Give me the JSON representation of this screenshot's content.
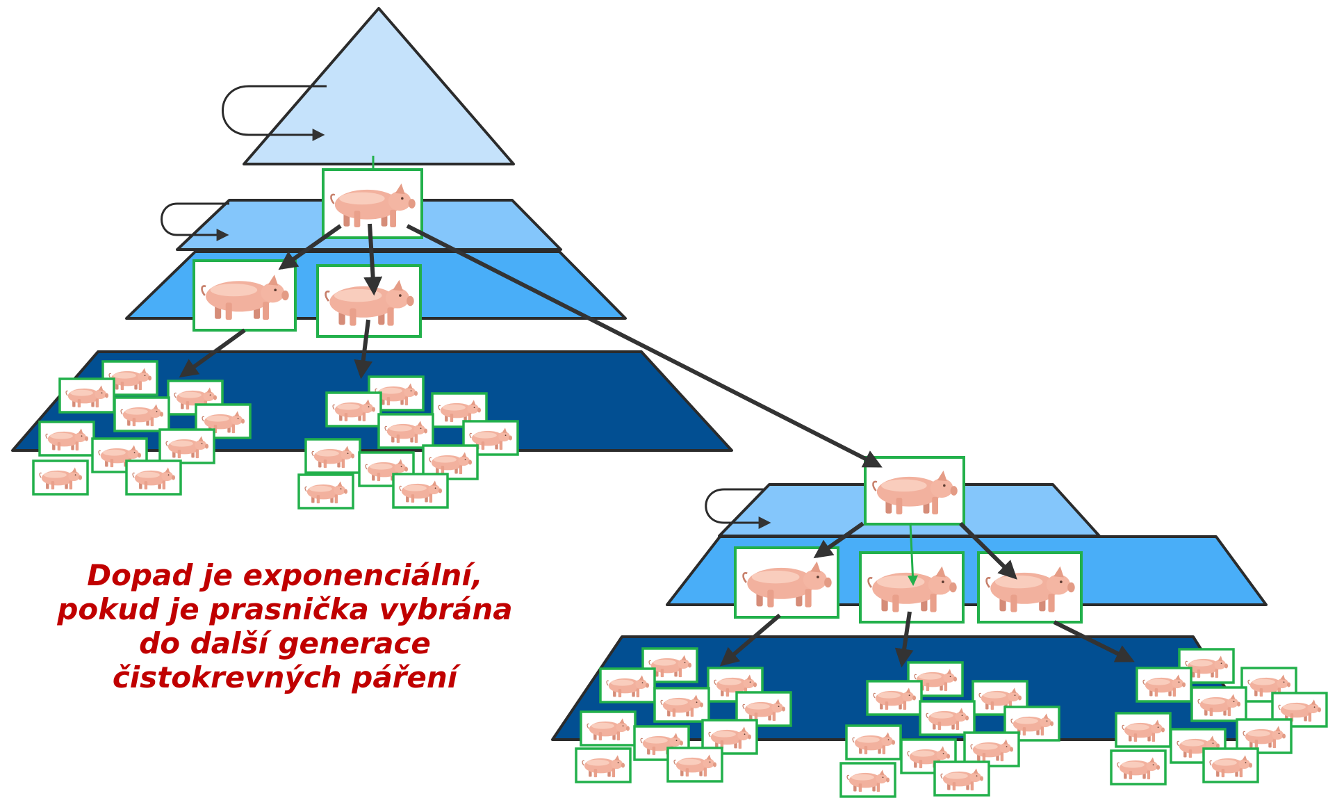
{
  "caption": {
    "lines": [
      "Dopad je exponenciální,",
      "pokud je prasnička vybrána",
      "do další generace",
      "čistokrevných páření"
    ],
    "color": "#c00000"
  },
  "colors": {
    "tier1": "#c5e2fb",
    "tier2": "#84c6fb",
    "tier3": "#49aef8",
    "tier4": "#024f92",
    "outline": "#2b2b2b",
    "pig_frame": "#22b04b",
    "arrow": "#333333",
    "arrow_green": "#22b04b"
  },
  "icons": {
    "pig": "pig-icon",
    "loop_arrow": "loop-arrow-icon",
    "flow_arrow": "arrow-icon"
  }
}
